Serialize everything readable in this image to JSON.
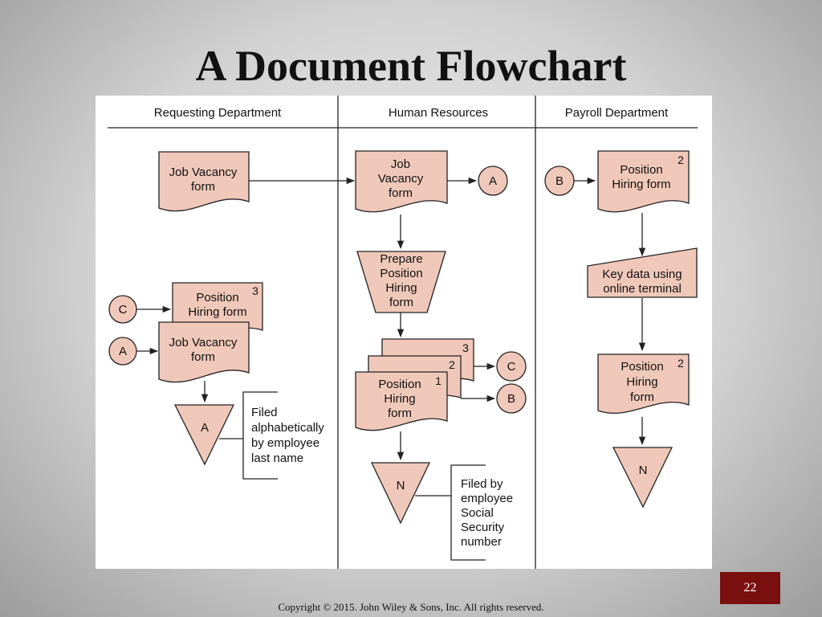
{
  "slide": {
    "title": "A Document Flowchart",
    "page_number": "22",
    "copyright": "Copyright © 2015. John Wiley & Sons, Inc. All rights reserved."
  },
  "lanes": [
    {
      "label": "Requesting Department"
    },
    {
      "label": "Human Resources"
    },
    {
      "label": "Payroll Department"
    }
  ],
  "requesting": {
    "job_vacancy_doc": [
      "Job Vacancy",
      "form"
    ],
    "position_hiring_copy": {
      "lines": [
        "Position",
        "Hiring form"
      ],
      "copy_number": "3"
    },
    "job_vacancy_filed": [
      "Job Vacancy",
      "form"
    ],
    "connector_c": "C",
    "connector_a": "A",
    "file_label": "A",
    "annotation": [
      "Filed",
      "alphabetically",
      "by employee",
      "last name"
    ]
  },
  "hr": {
    "job_vacancy_doc": [
      "Job",
      "Vacancy",
      "form"
    ],
    "connector_a_out": "A",
    "manual_op": [
      "Prepare",
      "Position",
      "Hiring",
      "form"
    ],
    "stack": {
      "lines": [
        "Position",
        "Hiring",
        "form"
      ],
      "copy_numbers": [
        "1",
        "2",
        "3"
      ]
    },
    "connector_c_out": "C",
    "connector_b_out": "B",
    "file_label": "N",
    "annotation": [
      "Filed by",
      "employee",
      "Social",
      "Security",
      "number"
    ]
  },
  "payroll": {
    "connector_b_in": "B",
    "position_hiring_doc": {
      "lines": [
        "Position",
        "Hiring form"
      ],
      "copy_number": "2"
    },
    "process": [
      "Key data using",
      "online terminal"
    ],
    "position_hiring_doc2": {
      "lines": [
        "Position",
        "Hiring",
        "form"
      ],
      "copy_number": "2"
    },
    "file_label": "N"
  }
}
